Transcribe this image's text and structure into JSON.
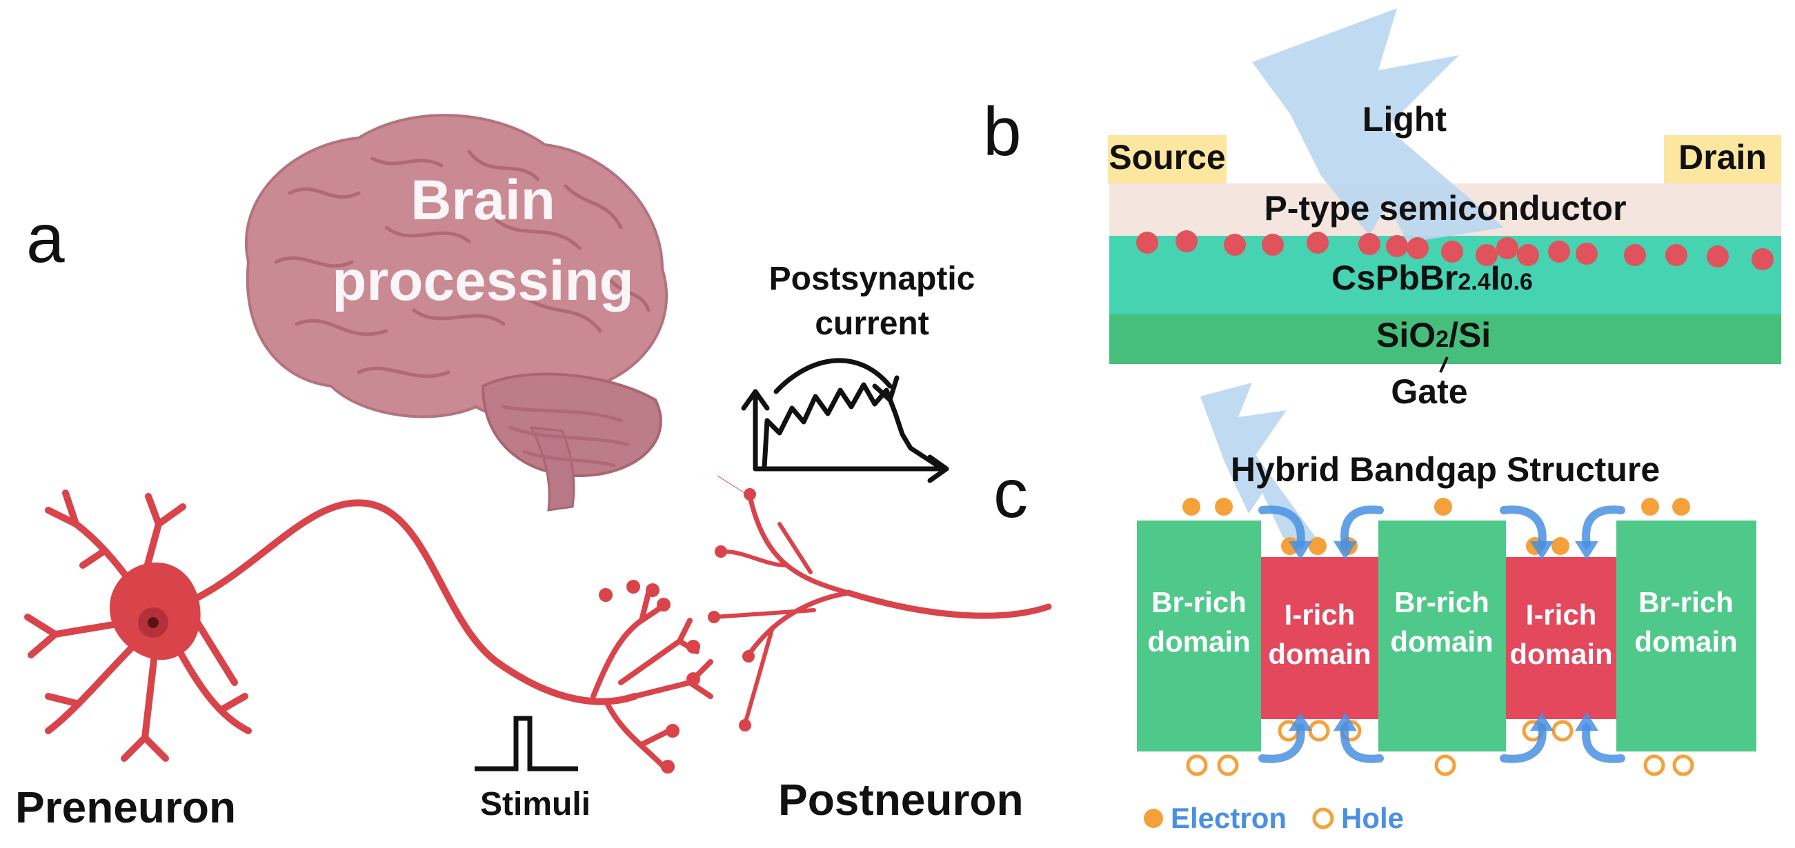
{
  "panel_a": {
    "label": "a",
    "brain_text_line1": "Brain",
    "brain_text_line2": "processing",
    "psc_line1": "Postsynaptic",
    "psc_line2": "current",
    "preneuron": "Preneuron",
    "postneuron": "Postneuron",
    "stimuli": "Stimuli"
  },
  "panel_b": {
    "label": "b",
    "light": "Light",
    "source": "Source",
    "drain": "Drain",
    "p_type": "P-type semiconductor",
    "perovskite_main": "CsPbBr",
    "perovskite_sub1": "2.4",
    "perovskite_mid": "I",
    "perovskite_sub2": "0.6",
    "substrate_main": "SiO",
    "substrate_sub": "2",
    "substrate_tail": "/Si",
    "gate": "Gate"
  },
  "panel_c": {
    "label": "c",
    "title": "Hybrid Bandgap Structure",
    "br_line1": "Br-rich",
    "br_line2": "domain",
    "i_line1": "I-rich",
    "i_line2": "domain",
    "legend_electron": "Electron",
    "legend_hole": "Hole"
  },
  "colors": {
    "neuron": "#d9434a",
    "brain": "#c98a94",
    "source_drain": "#fde6a0",
    "p_type_layer": "#f4e6df",
    "perovskite_layer": "#46d3b2",
    "substrate_layer": "#45bf7b",
    "dot": "#e0525c",
    "br_domain": "#4fc98a",
    "i_domain": "#e3485d",
    "electron": "#f5a13a",
    "arrow_blue": "#4a90e2",
    "lightning": "#b9d6ef"
  }
}
